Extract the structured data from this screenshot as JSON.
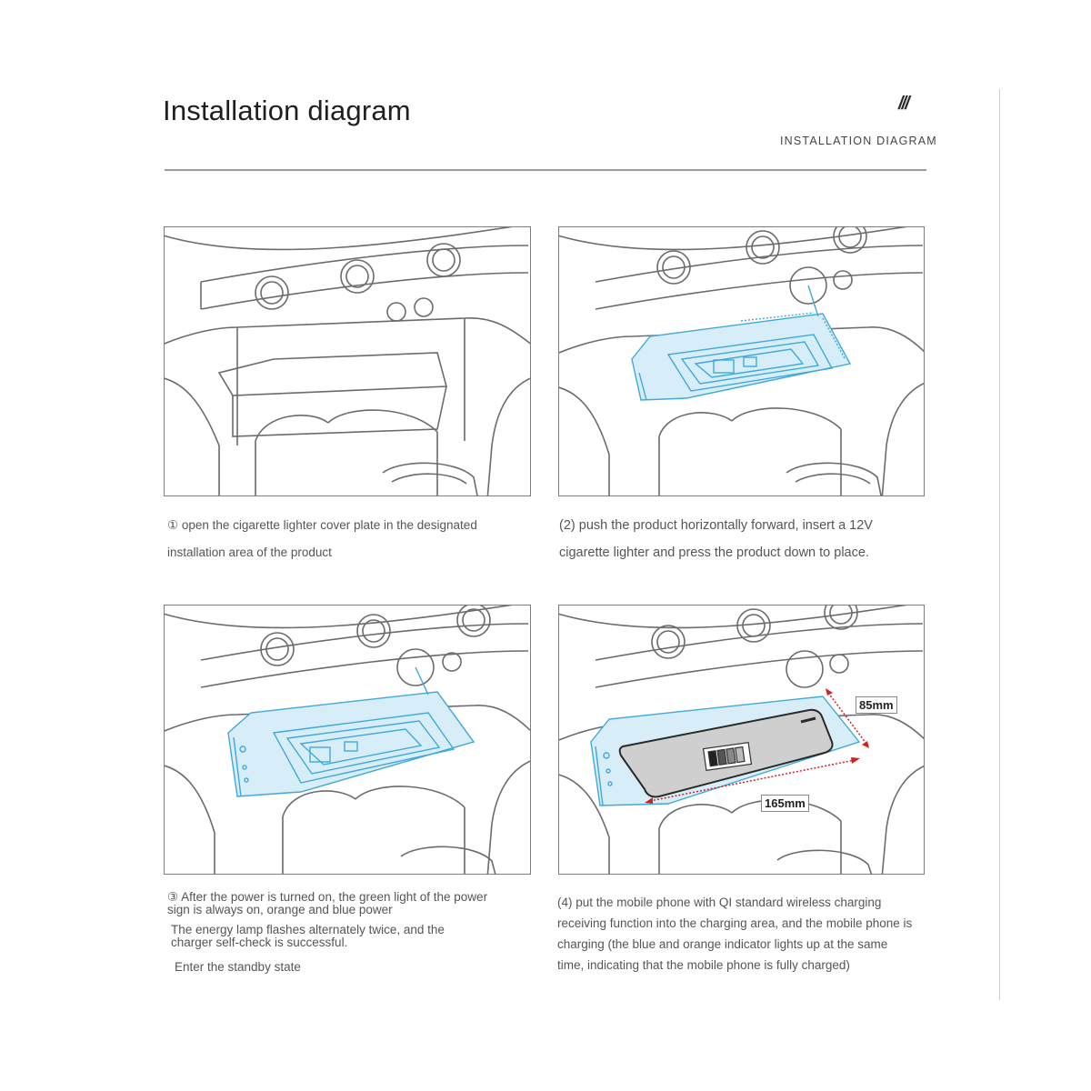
{
  "header": {
    "title": "Installation diagram",
    "brand_mark": "///",
    "subtitle": "INSTALLATION DIAGRAM"
  },
  "steps": [
    {
      "lines": [
        "① open the cigarette lighter cover plate in the designated",
        "installation area of the product"
      ]
    },
    {
      "lines": [
        "(2) push the product horizontally forward, insert a 12V",
        "cigarette lighter and press the product down to place."
      ]
    },
    {
      "lines": [
        "③ After the power is turned on, the green light of the power",
        "sign is always on, orange and blue power",
        "The energy lamp flashes alternately twice, and the",
        "charger self-check is successful.",
        "Enter the standby state"
      ]
    },
    {
      "lines": [
        "(4) put the mobile phone with QI standard wireless charging",
        "receiving function into the charging area, and the mobile phone is",
        "charging (the blue and orange indicator lights up at the same",
        "time, indicating that the mobile phone is fully charged)"
      ]
    }
  ],
  "dimensions": {
    "height": "85mm",
    "width": "165mm"
  },
  "colors": {
    "line_art": "#6b6b6b",
    "charger_blue": "#3fa9d9",
    "charger_fill": "#d7eef9",
    "arrow_red": "#d22020"
  }
}
